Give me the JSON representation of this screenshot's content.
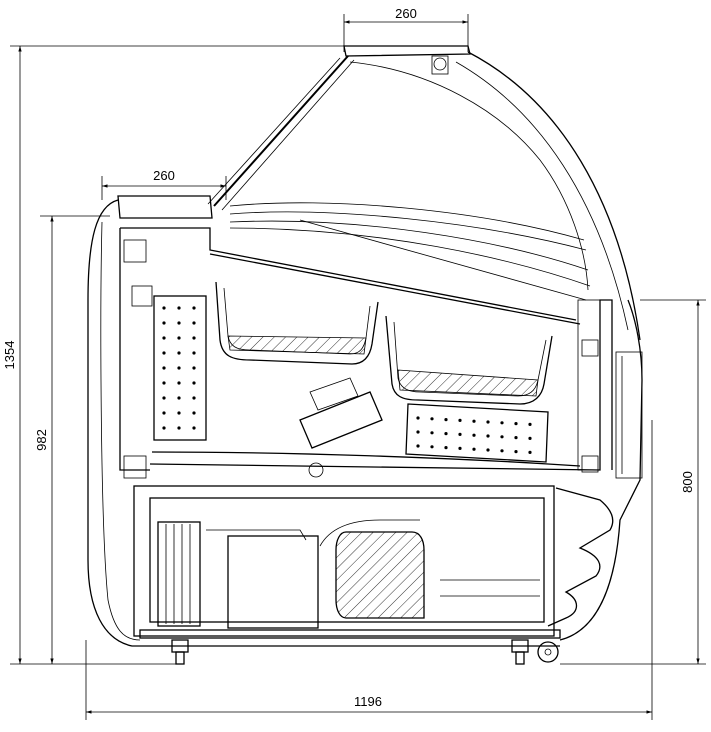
{
  "dimensions": {
    "top_width": "260",
    "shelf_width": "260",
    "total_height": "1354",
    "counter_height": "982",
    "front_height": "800",
    "total_depth": "1196"
  }
}
